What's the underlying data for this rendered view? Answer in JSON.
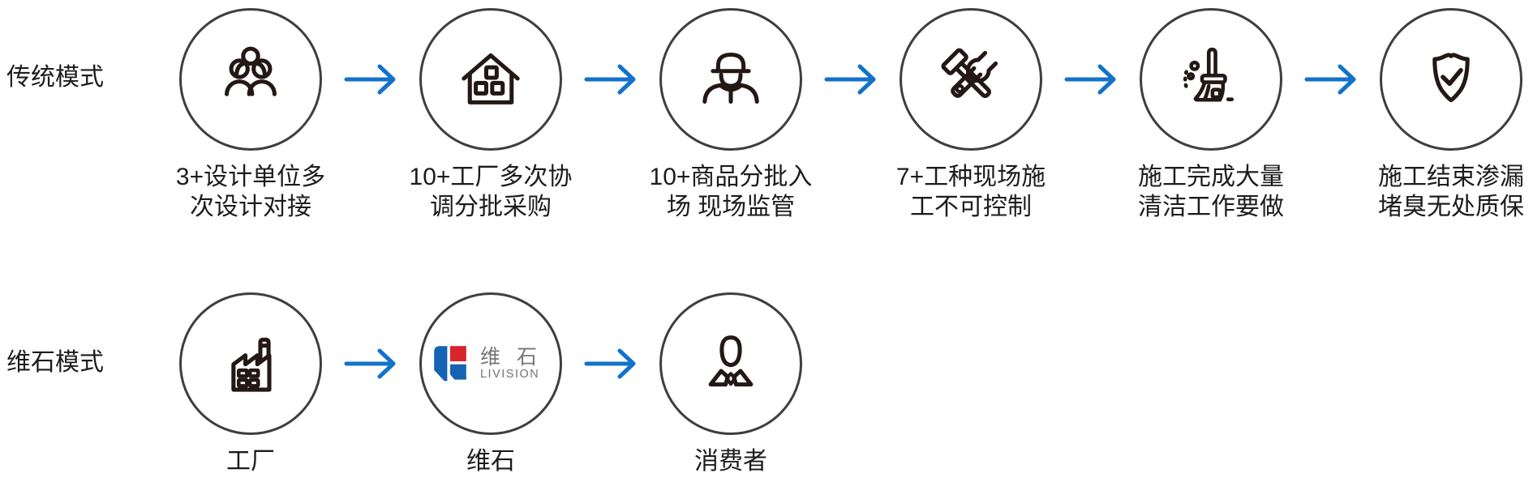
{
  "rows": [
    {
      "label": "传统模式",
      "steps": [
        {
          "icon": "people-group-icon",
          "caption_line1": "3+设计单位多",
          "caption_line2": "次设计对接"
        },
        {
          "icon": "warehouse-icon",
          "caption_line1": "10+工厂多次协",
          "caption_line2": "调分批采购"
        },
        {
          "icon": "construction-worker-icon",
          "caption_line1": "10+商品分批入",
          "caption_line2": "场 现场监管"
        },
        {
          "icon": "hammer-wrench-icon",
          "caption_line1": "7+工种现场施",
          "caption_line2": "工不可控制"
        },
        {
          "icon": "broom-icon",
          "caption_line1": "施工完成大量",
          "caption_line2": "清洁工作要做"
        },
        {
          "icon": "shield-check-icon",
          "caption_line1": "施工结束渗漏",
          "caption_line2": "堵臭无处质保"
        }
      ]
    },
    {
      "label": "维石模式",
      "steps": [
        {
          "icon": "factory-icon",
          "caption": "工厂"
        },
        {
          "icon": "livision-logo",
          "caption": "维石",
          "logo": {
            "cn": "维石",
            "en": "LIVISION"
          }
        },
        {
          "icon": "consumer-icon",
          "caption": "消费者"
        }
      ]
    }
  ],
  "colors": {
    "arrow_blue": "#1272CA",
    "icon_line": "#231815",
    "circle_border": "#3E3E3E",
    "text": "#1C1C1C",
    "logo_blue": "#1563B2",
    "logo_red": "#D7252B",
    "logo_text_gray": "#757575"
  }
}
